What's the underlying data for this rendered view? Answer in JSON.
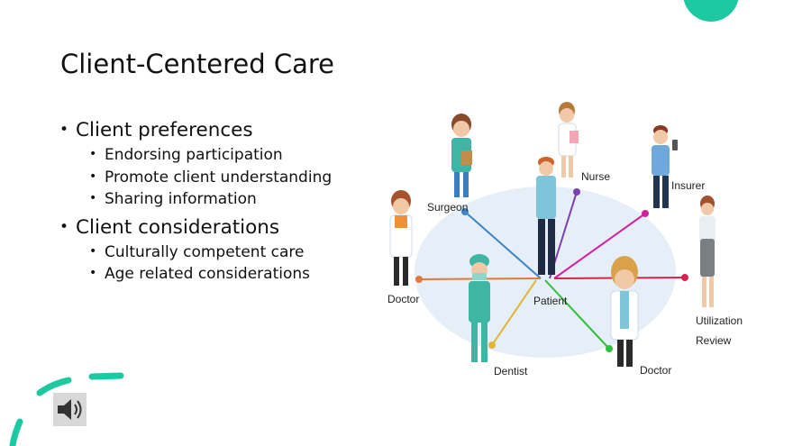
{
  "slide": {
    "title": "Client-Centered Care",
    "bullets": [
      {
        "text": "Client preferences",
        "sub": [
          "Endorsing participation",
          "Promote client understanding",
          "Sharing information"
        ]
      },
      {
        "text": "Client considerations",
        "sub": [
          "Culturally competent care",
          "Age related considerations"
        ]
      }
    ]
  },
  "diagram": {
    "labels": {
      "nurse": "Nurse",
      "insurer": "Insurer",
      "surgeon": "Surgeon",
      "doctor_left": "Doctor",
      "patient": "Patient",
      "utilization_1": "Utilization",
      "utilization_2": "Review",
      "dentist": "Dentist",
      "doctor_right": "Doctor"
    }
  },
  "colors": {
    "accent": "#1dc9a1",
    "ellipse": "#e6eef7",
    "line_surgeon": "#3a86c8",
    "line_doctor_left": "#e1793a",
    "line_nurse": "#7a3fb0",
    "line_insurer": "#d420a0",
    "line_utilization": "#d6244e",
    "line_dentist": "#e0b53a",
    "line_doctor_right": "#2fbf3a"
  },
  "icons": {
    "audio": "speaker-icon"
  }
}
